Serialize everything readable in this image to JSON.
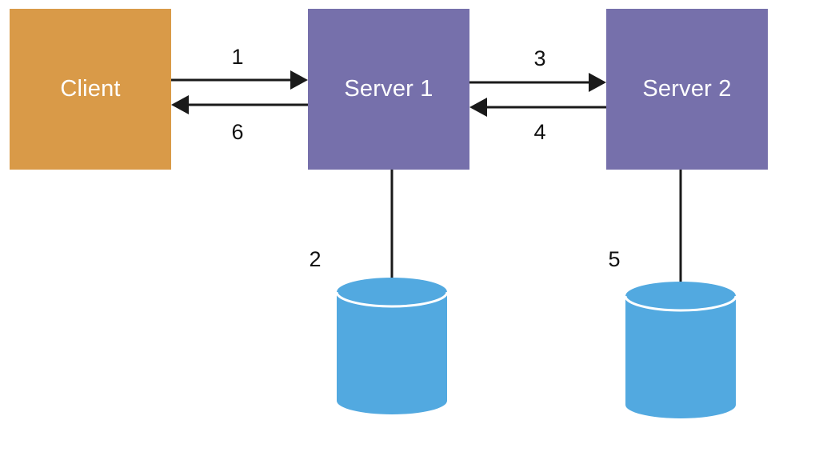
{
  "nodes": {
    "client": {
      "label": "Client"
    },
    "server1": {
      "label": "Server 1"
    },
    "server2": {
      "label": "Server 2"
    }
  },
  "steps": {
    "s1": "1",
    "s2": "2",
    "s3": "3",
    "s4": "4",
    "s5": "5",
    "s6": "6"
  },
  "colors": {
    "client": "#d99a48",
    "server": "#7670ab",
    "database": "#52a9e0",
    "arrow": "#1a1a1a",
    "text": "#ffffff"
  },
  "icons": {
    "database_1": "database-cylinder-icon",
    "database_2": "database-cylinder-icon"
  }
}
